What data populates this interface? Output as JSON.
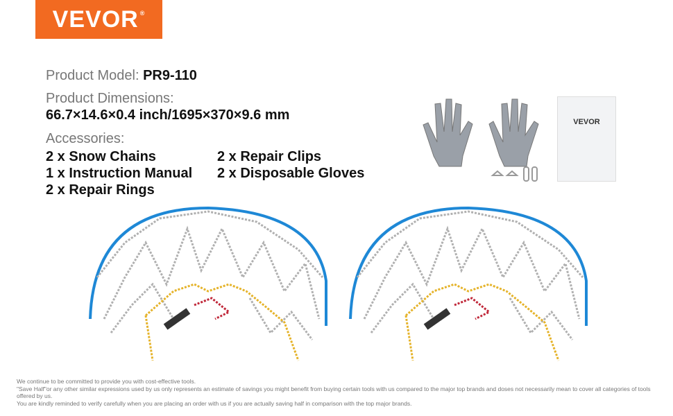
{
  "brand": {
    "logo": "VEVOR"
  },
  "specs": {
    "model_label": "Product Model:",
    "model_value": "PR9-110",
    "dimensions_label": "Product Dimensions:",
    "dimensions_value": "66.7×14.6×0.4 inch/1695×370×9.6 mm",
    "accessories_label": "Accessories:",
    "accessories": [
      "2 x Snow Chains",
      "2 x Repair Clips",
      "1 x Instruction Manual",
      "2 x Disposable Gloves",
      "2 x Repair Rings"
    ]
  },
  "manual": {
    "logo": "VEVOR"
  },
  "footer": {
    "lines": [
      "We continue to be committed to provide you with cost-effective tools.",
      "\"Save Half\"or any other similar expressions used by us only represents an estimate of savings you might benefit from buying certain tools with us compared to the major top brands and doses not necessarily mean to cover all categories of tools offered by us.",
      "You are kindly reminded to verify carefully when you are placing an order with us if you are actually saving half in comparison with the top major brands."
    ]
  },
  "colors": {
    "brand": "#f26a21",
    "cable": "#1e88d6",
    "chain": "#b0b0b0",
    "yellow": "#e5b32a",
    "red": "#c0283a"
  }
}
